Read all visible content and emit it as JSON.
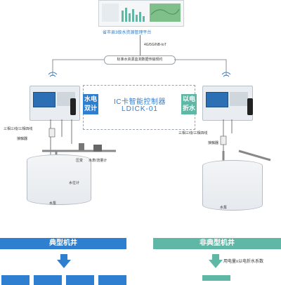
{
  "platform": {
    "title": "省市县3级水资源管理平台",
    "network": "4G/5G/NB-IoT",
    "protocol": "标准水资源监测数据传输规约"
  },
  "center": {
    "title": "IC卡智能控制器",
    "model": "LDICK-01"
  },
  "left": {
    "tag": "水电\n双计",
    "wire_label": "三相三线/三相四线",
    "breaker": "接触器",
    "pressure": "压变",
    "flowmeter": "水表/流量计",
    "level": "水位计",
    "pump": "水泵"
  },
  "right": {
    "tag": "以电\n折水",
    "wire_label": "三相三线/三相四线",
    "breaker": "接触器",
    "pump": "水泵"
  },
  "bottom": {
    "left_title": "典型机井",
    "right_title": "非典型机井",
    "right_formula": "用电量x以电折水系数",
    "colors": {
      "blue": "#2e7fd0",
      "green": "#5fb7a6"
    }
  }
}
